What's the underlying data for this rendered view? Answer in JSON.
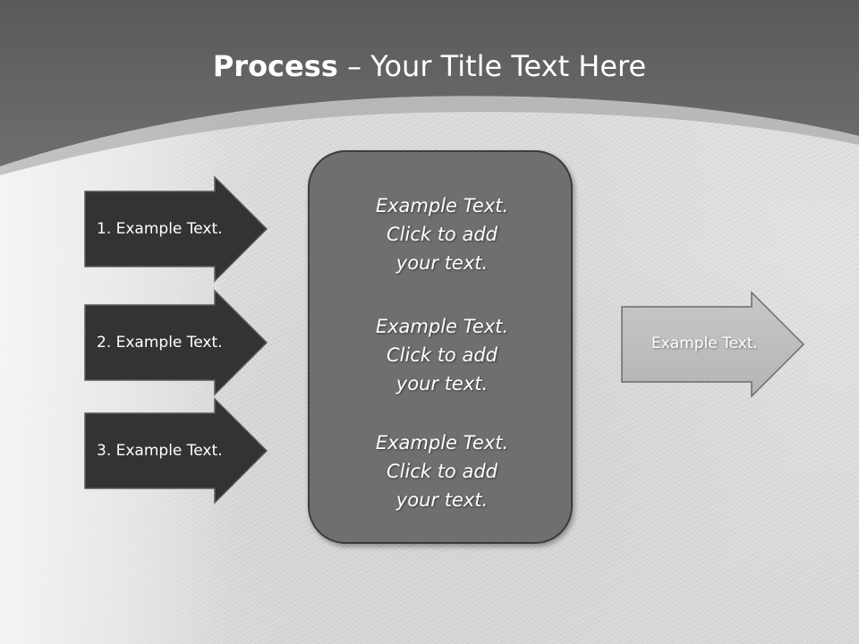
{
  "slide": {
    "title_bold": "Process",
    "title_rest": " – Your Title Text Here"
  },
  "inputs": [
    {
      "label": "1. Example Text."
    },
    {
      "label": "2. Example Text."
    },
    {
      "label": "3. Example Text."
    }
  ],
  "center_box": {
    "paragraphs": [
      {
        "line1": "Example Text.",
        "line2": "Click  to add",
        "line3": "your text."
      },
      {
        "line1": "Example Text.",
        "line2": "Click  to add",
        "line3": "your text."
      },
      {
        "line1": "Example Text.",
        "line2": "Click  to add",
        "line3": "your text."
      }
    ]
  },
  "output": {
    "label": "Example Text."
  },
  "colors": {
    "header_band": "#666666",
    "input_arrow_fill": "#333333",
    "center_box_fill": "#6f6f6f",
    "output_arrow_fill": "#c0c0c0"
  }
}
